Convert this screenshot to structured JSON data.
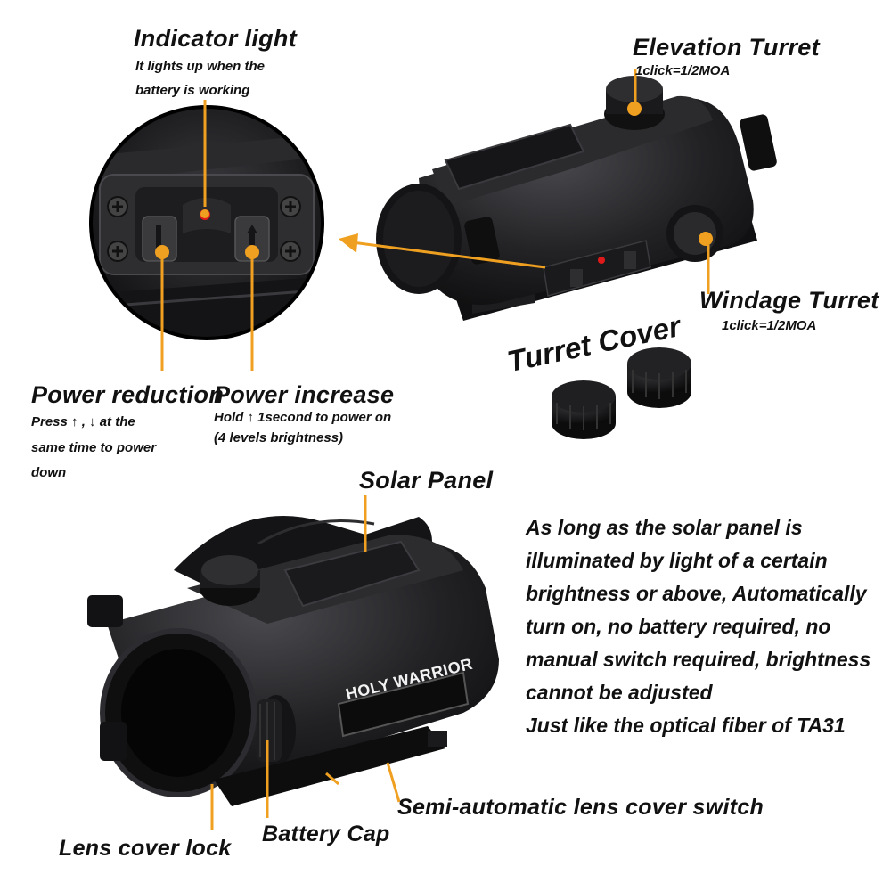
{
  "labels": {
    "indicator_title": "Indicator light",
    "indicator_desc_1": "It lights up when the",
    "indicator_desc_2": "battery is working",
    "elevation_title": "Elevation Turret",
    "elevation_desc": "1click=1/2MOA",
    "windage_title": "Windage Turret",
    "windage_desc": "1click=1/2MOA",
    "turret_cover": "Turret Cover",
    "power_reduction_title": "Power reduction",
    "power_reduction_desc_1": "Press  ↑ ,  ↓  at the",
    "power_reduction_desc_2": "same time to power",
    "power_reduction_desc_3": "down",
    "power_increase_title": "Power increase",
    "power_increase_desc_1": "Hold  ↑  1second to power on",
    "power_increase_desc_2": "(4 levels brightness)",
    "solar_panel": "Solar Panel",
    "brand": "HOLY WARRIOR",
    "lens_cover_lock": "Lens cover lock",
    "battery_cap": "Battery Cap",
    "lens_cover_switch": "Semi-automatic lens cover switch"
  },
  "description_lines": [
    "As long as the solar panel is",
    "illuminated by light of a certain",
    "brightness or above, Automatically",
    "turn on, no battery required, no",
    "manual switch required, brightness",
    "cannot be adjusted",
    "Just like the optical fiber of TA31"
  ],
  "colors": {
    "leader": "#f0a020",
    "indicator_led": "#e01a1a",
    "body": "#1c1c1e"
  }
}
